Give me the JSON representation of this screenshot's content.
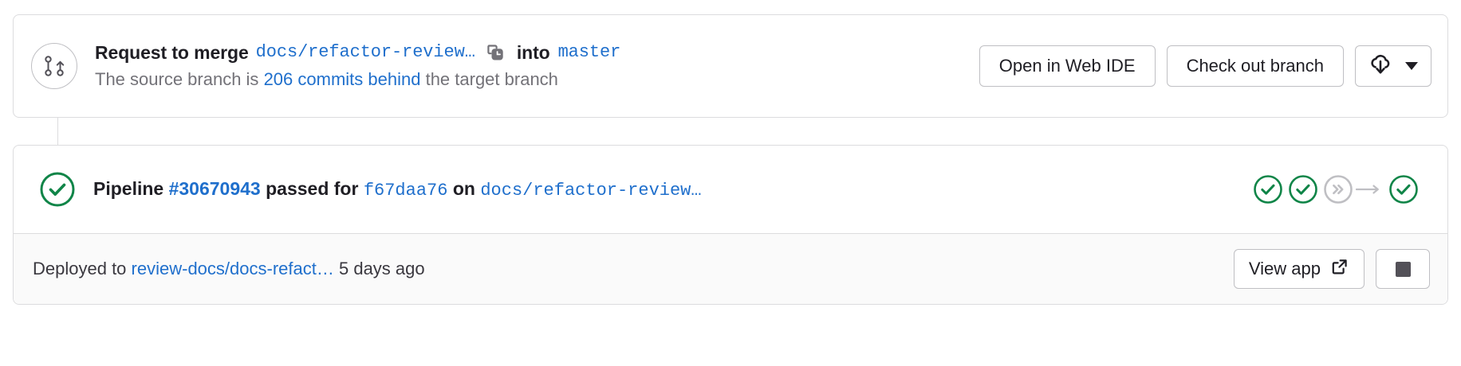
{
  "merge_request": {
    "icon": "merge-request-icon",
    "title_prefix": "Request to merge",
    "source_branch": "docs/refactor-review…",
    "copy_icon": "copy-icon",
    "into_word": "into",
    "target_branch": "master",
    "subtitle_prefix": "The source branch is",
    "commits_behind": "206 commits behind",
    "subtitle_suffix": "the target branch",
    "actions": {
      "web_ide_label": "Open in Web IDE",
      "checkout_label": "Check out branch",
      "download_icon": "cloud-download-icon",
      "dropdown_icon": "chevron-down-icon"
    }
  },
  "pipeline": {
    "status_icon": "status-success-icon",
    "label": "Pipeline",
    "id": "#30670943",
    "verb": "passed for",
    "commit_sha": "f67daa76",
    "on_word": "on",
    "branch": "docs/refactor-review…",
    "stages": [
      {
        "name": "stage-1",
        "status": "success",
        "icon": "status-success-icon"
      },
      {
        "name": "stage-2",
        "status": "success",
        "icon": "status-success-icon"
      },
      {
        "name": "stage-3",
        "status": "skipped",
        "icon": "status-skipped-icon"
      },
      {
        "name": "stage-4",
        "status": "success",
        "icon": "status-success-icon"
      }
    ]
  },
  "deployment": {
    "prefix": "Deployed to",
    "environment": "review-docs/docs-refact…",
    "timestamp": "5 days ago",
    "view_app_label": "View app",
    "external_link_icon": "external-link-icon",
    "stop_icon": "stop-icon"
  },
  "colors": {
    "link": "#1f6fcc",
    "success": "#108548",
    "neutral": "#bfbfc3",
    "text": "#1f1e24",
    "muted": "#737278",
    "border": "#dcdcde",
    "footer_bg": "#fafafa"
  }
}
